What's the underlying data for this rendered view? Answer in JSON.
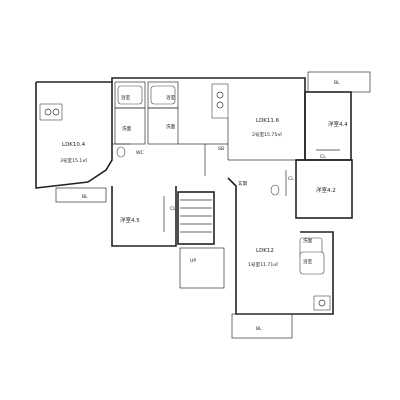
{
  "units": {
    "left": {
      "ldk": "LDK10.4",
      "area": "3号室15.1㎡",
      "balcony": "BL"
    },
    "center": {
      "ldk": "LDK11.6",
      "area": "2号室15.75㎡"
    },
    "right_top": {
      "western": "洋室4.4",
      "balcony": "BL",
      "closet": "CL"
    },
    "right_mid": {
      "western": "洋室4.2",
      "closet": "CL"
    },
    "bottom": {
      "ldk": "LDK12",
      "area": "1号室11.71㎡",
      "balcony": "BL"
    },
    "bottom_left": {
      "western": "洋室4.5",
      "closet": "CL"
    }
  },
  "rooms": {
    "bath_a": "浴室",
    "bath_b": "浴室",
    "bath_c": "浴室",
    "washroom_a": "洗面",
    "washroom_b": "洗面",
    "washroom_c": "洗面",
    "wc": "WC",
    "sb": "SB",
    "entrance": "玄関",
    "up": "UP"
  }
}
